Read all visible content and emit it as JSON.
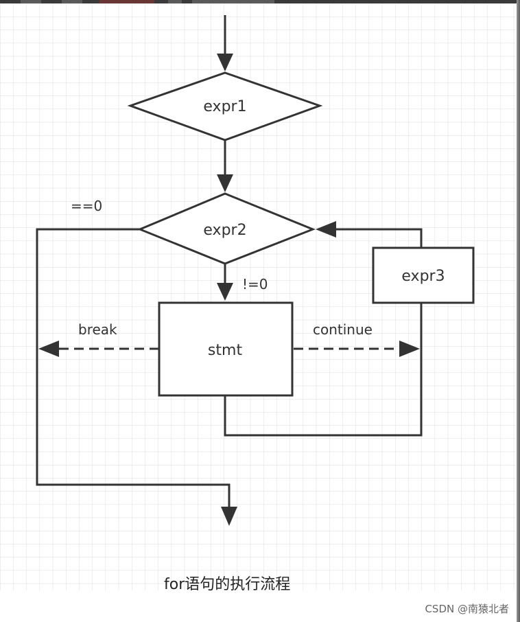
{
  "diagram": {
    "nodes": {
      "expr1": "expr1",
      "expr2": "expr2",
      "expr3": "expr3",
      "stmt": "stmt"
    },
    "edge_labels": {
      "false_branch": "==0",
      "true_branch": "!=0",
      "break": "break",
      "continue": "continue"
    }
  },
  "caption": "for语句的执行流程",
  "watermark": "CSDN @南猿北者"
}
